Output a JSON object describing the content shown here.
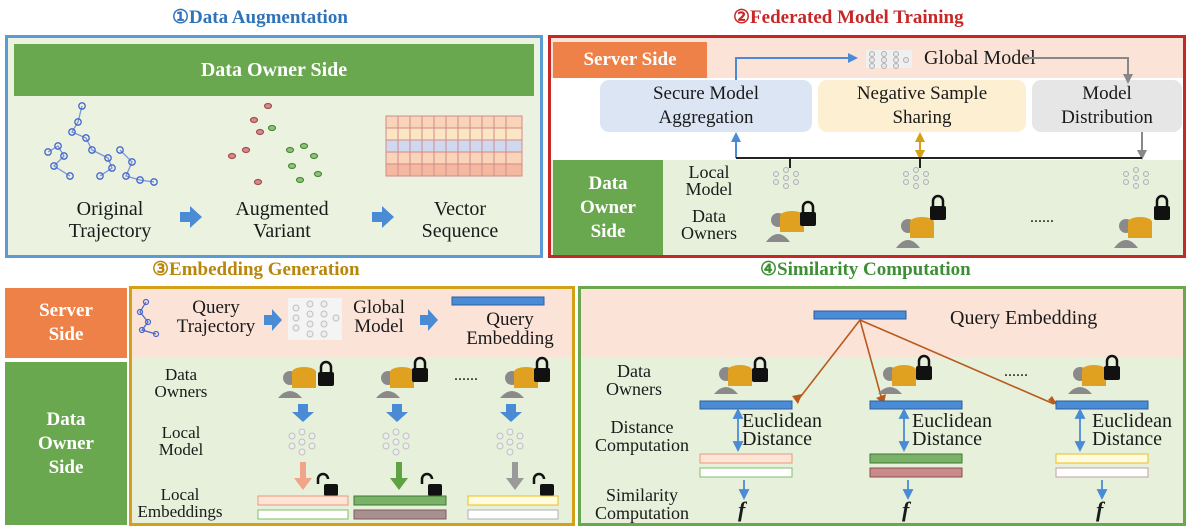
{
  "sections": {
    "augmentation": "①Data Augmentation",
    "federated": "②Federated Model Training",
    "embedding": "③Embedding  Generation",
    "similarity": "④Similarity Computation"
  },
  "augmentation": {
    "header": "Data Owner Side",
    "original": [
      "Original",
      "Trajectory"
    ],
    "augmented": [
      "Augmented",
      "Variant"
    ],
    "vector": [
      "Vector",
      "Sequence"
    ]
  },
  "federated": {
    "server_side": "Server Side",
    "global_model": "Global Model",
    "aggregation": [
      "Secure Model",
      "Aggregation"
    ],
    "negative": [
      "Negative Sample",
      "Sharing"
    ],
    "distribution": [
      "Model",
      "Distribution"
    ],
    "owner_side": [
      "Data",
      "Owner",
      "Side"
    ],
    "local_model": [
      "Local",
      "Model"
    ],
    "data_owners": [
      "Data",
      "Owners"
    ],
    "ellipsis": "......"
  },
  "embedding": {
    "server_side": [
      "Server",
      "Side"
    ],
    "query_trajectory": [
      "Query",
      "Trajectory"
    ],
    "global_model": [
      "Global",
      "Model"
    ],
    "query_embedding": [
      "Query",
      "Embedding"
    ],
    "owner_side": [
      "Data",
      "Owner",
      "Side"
    ],
    "data_owners": [
      "Data",
      "Owners"
    ],
    "local_model": [
      "Local",
      "Model"
    ],
    "local_embeddings": [
      "Local",
      "Embeddings"
    ],
    "ellipsis": "......"
  },
  "similarity": {
    "query_embedding": "Query Embedding",
    "data_owners": [
      "Data",
      "Owners"
    ],
    "distance": [
      "Distance",
      "Computation"
    ],
    "euclidean": [
      "Euclidean",
      "Distance"
    ],
    "similarity": [
      "Similarity",
      "Computation"
    ],
    "f": "f",
    "ellipsis": "......"
  },
  "colors": {
    "blue": "#2f73b8",
    "red": "#c62828",
    "gold": "#b8860b",
    "green": "#5fa243",
    "orange": "#ee8148",
    "light_green": "#e6f0da",
    "light_pink": "#fbe3d8"
  }
}
